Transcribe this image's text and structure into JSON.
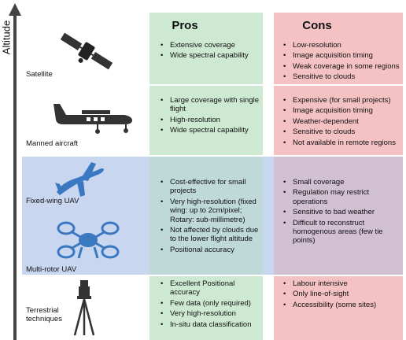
{
  "axis_label": "Altitude",
  "headers": {
    "pros": "Pros",
    "cons": "Cons"
  },
  "categories": {
    "satellite": "Satellite",
    "manned": "Manned aircraft",
    "fixed_wing": "Fixed-wing UAV",
    "multi_rotor": "Multi-rotor UAV",
    "terrestrial": [
      "Terrestrial",
      "techniques"
    ]
  },
  "pros": {
    "satellite": [
      "Extensive coverage",
      "Wide spectral capability"
    ],
    "manned": [
      "Large coverage with single flight",
      "High-resolution",
      "Wide spectral capability"
    ],
    "uav": [
      "Cost-effective for small projects",
      "Very high-resolution (fixed wing: up to 2cm/pixel; Rotary: sub-millimetre)",
      "Not affected by clouds due to the lower flight altitude",
      "Positional accuracy"
    ],
    "terrestrial": [
      "Excellent Positional accuracy",
      "Few data (only required)",
      "Very high-resolution",
      "In-situ data classification"
    ]
  },
  "cons": {
    "satellite": [
      "Low-resolution",
      "Image acquisition timing",
      "Weak coverage in some regions",
      "Sensitive to clouds"
    ],
    "manned": [
      "Expensive (for small projects)",
      "Image acquisition timing",
      "Weather-dependent",
      "Sensitive to clouds",
      "Not available in remote regions"
    ],
    "uav": [
      "Small coverage",
      "Regulation may restrict operations",
      "Sensitive to bad weather",
      "Difficult to reconstruct homogenous areas (few tie points)"
    ],
    "terrestrial": [
      "Labour intensive",
      "Only line-of-sight",
      "Accessibility (some sites)"
    ]
  },
  "colors": {
    "pros": "#cde9d2",
    "cons": "#f5c2c4",
    "uav_band": "#c9d6ef",
    "uav_icon": "#3a78c2",
    "dark_icon": "#333333"
  }
}
